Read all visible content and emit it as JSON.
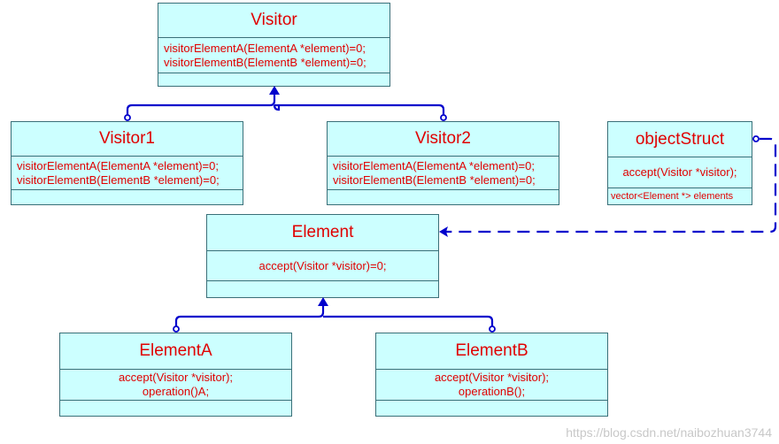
{
  "classes": {
    "visitor": {
      "name": "Visitor",
      "methods": [
        "visitorElementA(ElementA *element)=0;",
        "visitorElementB(ElementB *element)=0;"
      ]
    },
    "visitor1": {
      "name": "Visitor1",
      "methods": [
        "visitorElementA(ElementA *element)=0;",
        "visitorElementB(ElementB *element)=0;"
      ]
    },
    "visitor2": {
      "name": "Visitor2",
      "methods": [
        "visitorElementA(ElementA *element)=0;",
        "visitorElementB(ElementB *element)=0;"
      ]
    },
    "object_struct": {
      "name": "objectStruct",
      "methods": [
        "accept(Visitor *visitor);"
      ],
      "attributes": [
        "vector<Element *> elements"
      ]
    },
    "element": {
      "name": "Element",
      "methods": [
        "accept(Visitor *visitor)=0;"
      ]
    },
    "element_a": {
      "name": "ElementA",
      "methods": [
        "accept(Visitor *visitor);",
        "operation()A;"
      ]
    },
    "element_b": {
      "name": "ElementB",
      "methods": [
        "accept(Visitor *visitor);",
        "operationB();"
      ]
    }
  },
  "colors": {
    "class_fill": "#ccffff",
    "class_border": "#3a6f78",
    "text": "#e00000",
    "connector": "#0000cc"
  },
  "watermark": "https://blog.csdn.net/naibozhuan3744"
}
